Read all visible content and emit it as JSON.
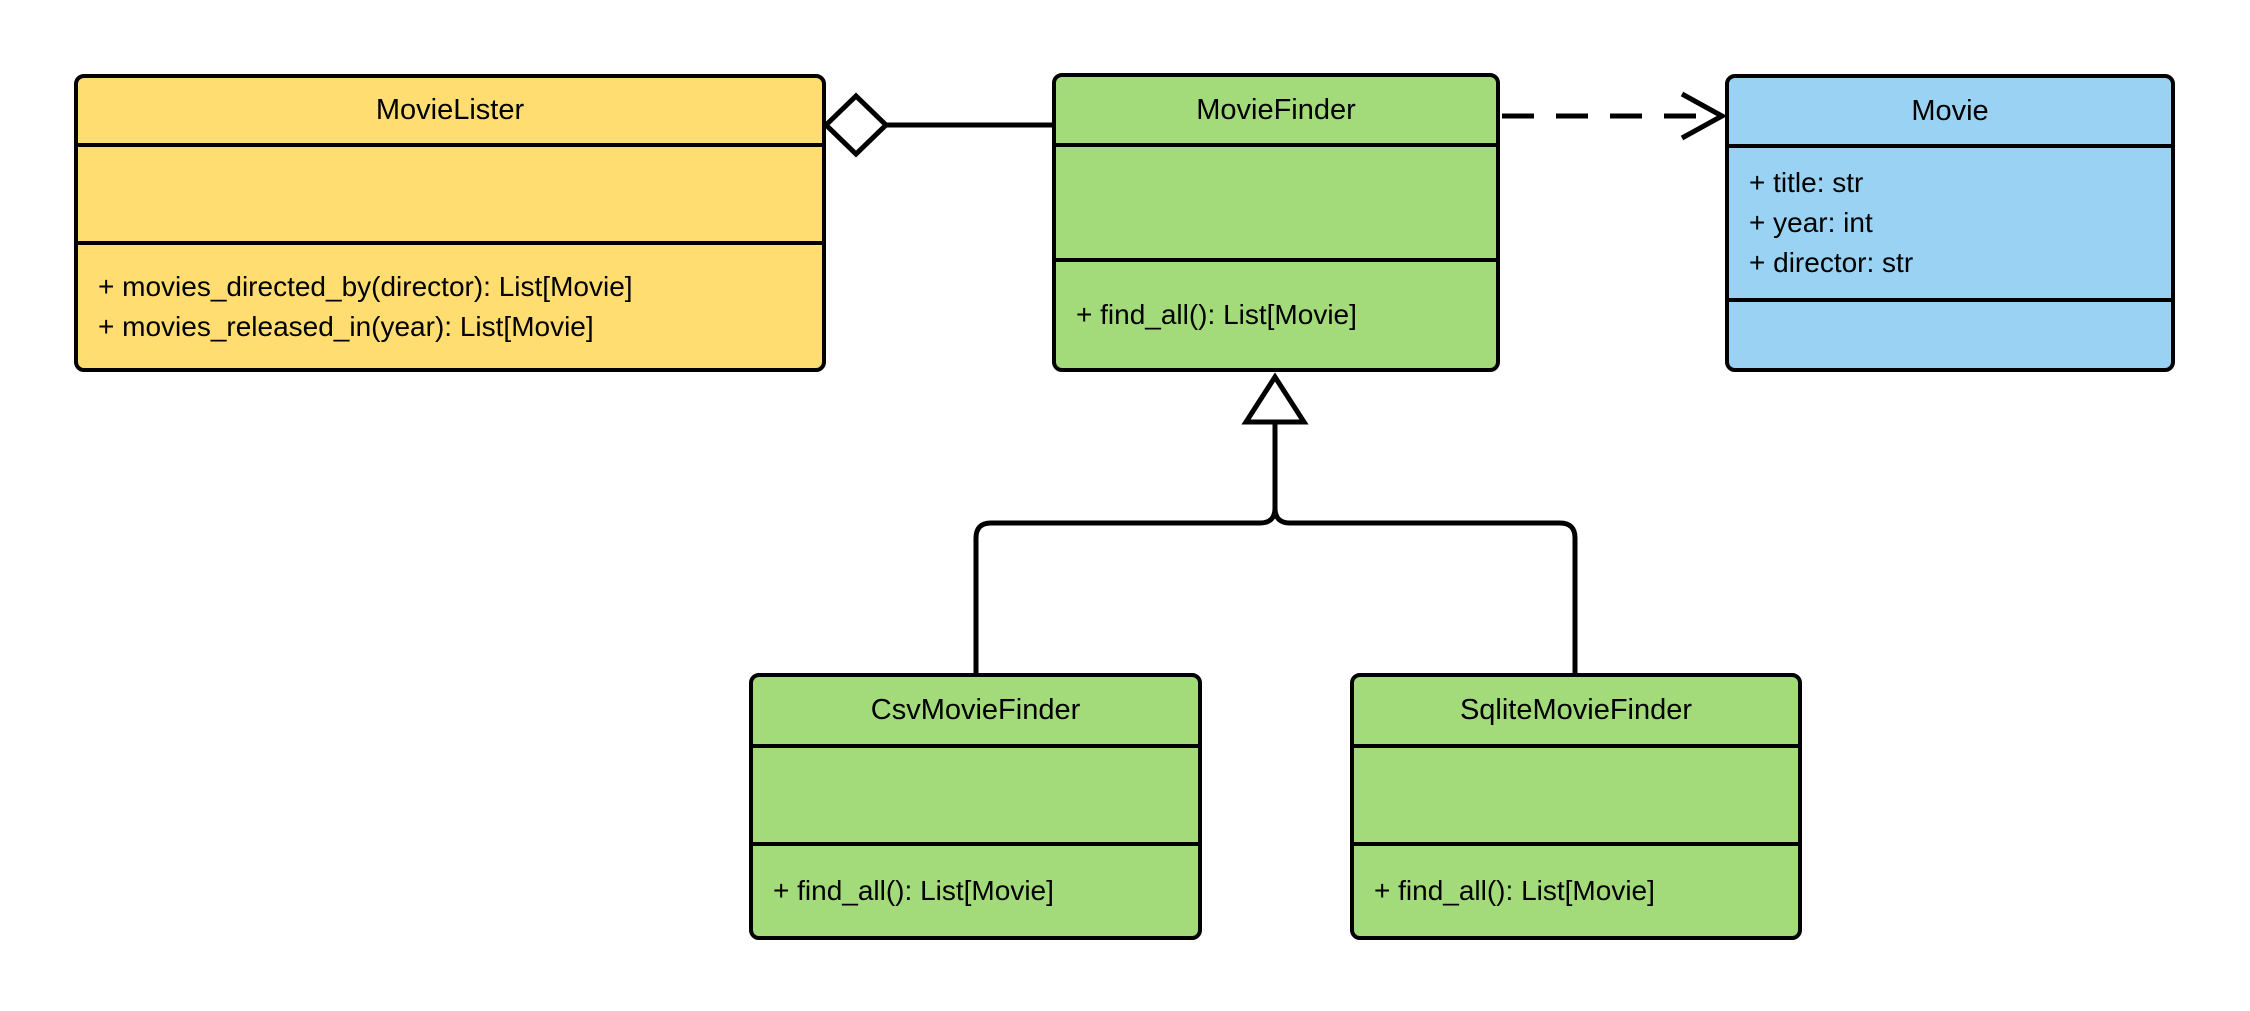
{
  "canvas": {
    "background": "#FFFFFF",
    "stroke_color": "#000000",
    "text_color": "#000000"
  },
  "classes": {
    "movie_lister": {
      "name": "MovieLister",
      "fill": "#FFDD71",
      "attributes": [],
      "methods": [
        "+ movies_directed_by(director): List[Movie]",
        "+ movies_released_in(year): List[Movie]"
      ]
    },
    "movie_finder": {
      "name": "MovieFinder",
      "fill": "#A3DA7A",
      "attributes": [],
      "methods": [
        "+ find_all(): List[Movie]"
      ]
    },
    "movie": {
      "name": "Movie",
      "fill": "#99D2F2",
      "attributes": [
        "+ title: str",
        "+ year: int",
        "+ director: str"
      ],
      "methods": []
    },
    "csv_movie_finder": {
      "name": "CsvMovieFinder",
      "fill": "#A3DA7A",
      "attributes": [],
      "methods": [
        "+ find_all(): List[Movie]"
      ]
    },
    "sqlite_movie_finder": {
      "name": "SqliteMovieFinder",
      "fill": "#A3DA7A",
      "attributes": [],
      "methods": [
        "+ find_all(): List[Movie]"
      ]
    }
  },
  "relationships": [
    {
      "type": "aggregation",
      "from": "MovieLister",
      "to": "MovieFinder"
    },
    {
      "type": "dependency",
      "from": "MovieFinder",
      "to": "Movie"
    },
    {
      "type": "inheritance",
      "from": "CsvMovieFinder",
      "to": "MovieFinder"
    },
    {
      "type": "inheritance",
      "from": "SqliteMovieFinder",
      "to": "MovieFinder"
    }
  ]
}
